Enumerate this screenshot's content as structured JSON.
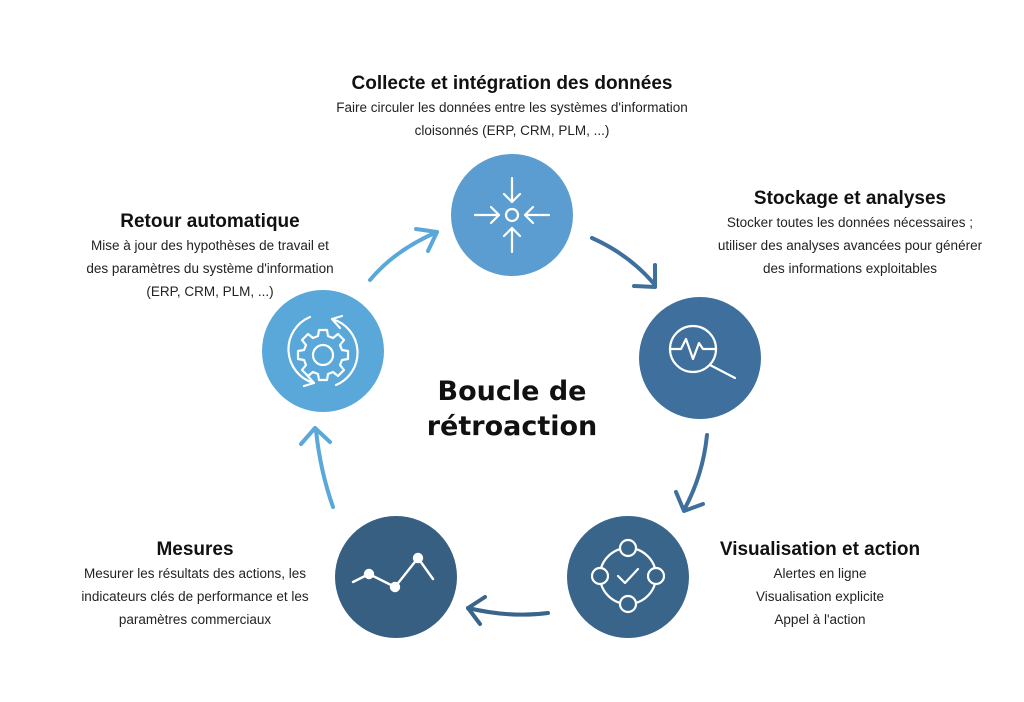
{
  "center": {
    "line1": "Boucle de",
    "line2": "rétroaction"
  },
  "colors": {
    "light_blue": "#5b9dd1",
    "light_blue_2": "#5aa8da",
    "mid_blue": "#3f6f9d",
    "dark_blue": "#39658b",
    "dark_blue_2": "#375f82"
  },
  "steps": [
    {
      "id": "collecte",
      "icon": "converge-arrows-icon",
      "title": "Collecte et intégration des données",
      "lines": [
        "Faire circuler les données entre les systèmes d'information",
        "cloisonnés (ERP, CRM, PLM, ...)"
      ]
    },
    {
      "id": "stockage",
      "icon": "magnifier-pulse-icon",
      "title": "Stockage et analyses",
      "lines": [
        "Stocker toutes les données nécessaires ;",
        "utiliser des analyses avancées pour générer",
        "des informations exploitables"
      ]
    },
    {
      "id": "visualisation",
      "icon": "network-check-icon",
      "title": "Visualisation et action",
      "lines": [
        "Alertes en ligne",
        "Visualisation explicite",
        "Appel à l'action"
      ]
    },
    {
      "id": "mesures",
      "icon": "line-chart-icon",
      "title": "Mesures",
      "lines": [
        "Mesurer les résultats des actions, les",
        "indicateurs clés de performance et les",
        "paramètres commerciaux"
      ]
    },
    {
      "id": "retour",
      "icon": "gear-cycle-icon",
      "title": "Retour automatique",
      "lines": [
        "Mise à jour des hypothèses de travail et",
        "des paramètres du système d'information",
        "(ERP, CRM, PLM, ...)"
      ]
    }
  ]
}
